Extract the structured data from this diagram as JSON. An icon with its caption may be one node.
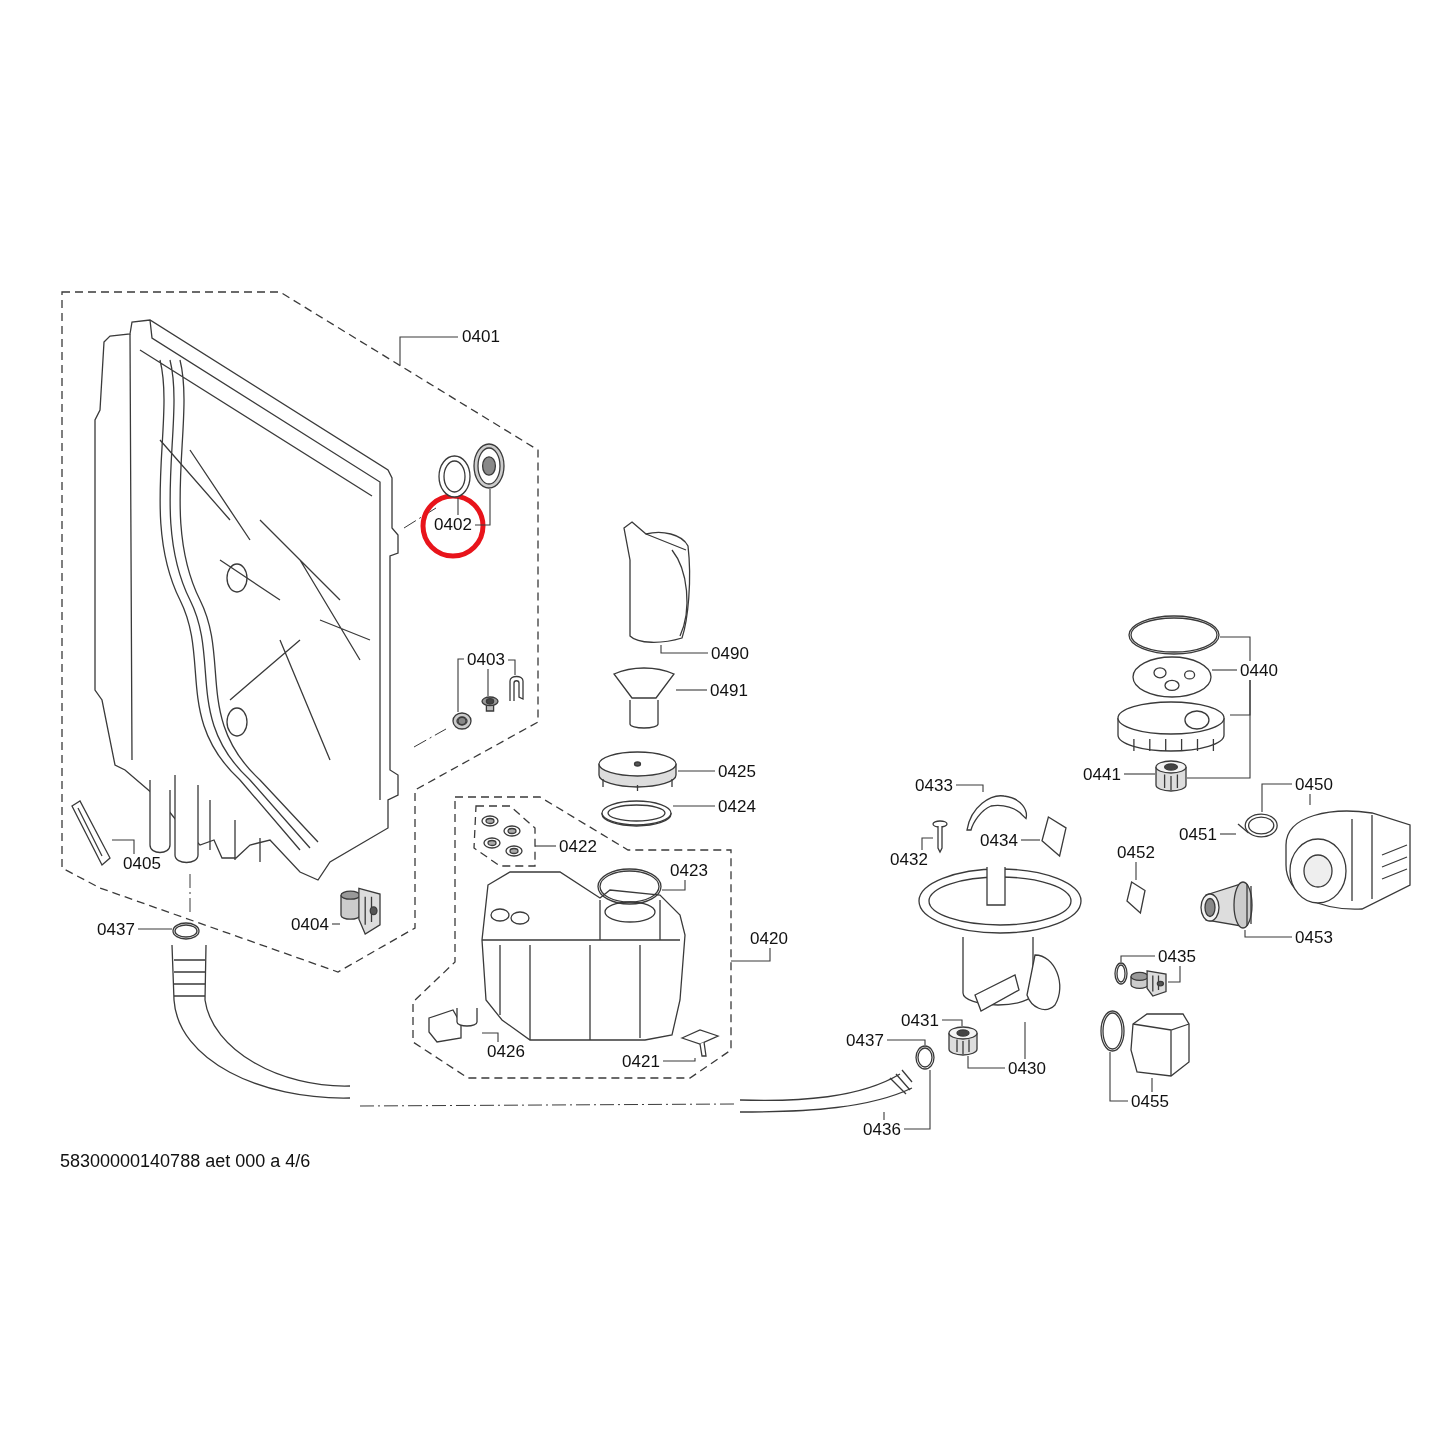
{
  "diagram": {
    "nodes": [
      {
        "text": [],
        "shape": "box"
      },
      {
        "text": [
          "0401"
        ]
      },
      {
        "text": [
          "0402"
        ],
        "in": 0
      },
      {
        "text": [],
        "shape": "picture",
        "in": 0
      },
      {
        "text": [],
        "shape": "picture",
        "in": 0
      },
      {
        "text": [
          "0403"
        ],
        "in": 0
      },
      {
        "text": [],
        "shape": "picture",
        "in": 0
      },
      {
        "text": [],
        "shape": "picture",
        "in": 0
      },
      {
        "text": [],
        "shape": "picture",
        "in": 0
      },
      {
        "text": [],
        "shape": "picture",
        "in": 0
      },
      {
        "text": [
          "0405"
        ],
        "in": 0
      },
      {
        "text": [],
        "shape": "picture",
        "in": 0
      },
      {
        "text": [
          "0404"
        ],
        "in": 0
      },
      {
        "text": [
          "0437"
        ]
      },
      {
        "text": [],
        "shape": "picture"
      },
      {
        "text": [],
        "shape": "picture"
      },
      {
        "text": [
          "0490"
        ]
      },
      {
        "text": [],
        "shape": "picture"
      },
      {
        "text": [
          "0491"
        ]
      },
      {
        "text": [],
        "shape": "picture"
      },
      {
        "text": [
          "0425"
        ]
      },
      {
        "text": [],
        "shape": "picture"
      },
      {
        "text": [
          "0424"
        ]
      },
      {
        "text": [],
        "shape": "box"
      },
      {
        "text": [],
        "shape": "box",
        "in": 23
      },
      {
        "text": [],
        "shape": "picture",
        "in": 24
      },
      {
        "text": [
          "0422"
        ],
        "in": 23
      },
      {
        "text": [],
        "shape": "picture",
        "in": 23
      },
      {
        "text": [
          "0423"
        ],
        "in": 23
      },
      {
        "text": [
          "0420"
        ]
      },
      {
        "text": [],
        "shape": "picture",
        "in": 23
      },
      {
        "text": [
          "0426"
        ],
        "in": 23
      },
      {
        "text": [],
        "shape": "picture",
        "in": 23
      },
      {
        "text": [
          "0421"
        ],
        "in": 23
      },
      {
        "text": [],
        "shape": "picture"
      },
      {
        "text": [],
        "shape": "picture"
      },
      {
        "text": [],
        "shape": "picture"
      },
      {
        "text": [
          "0440"
        ]
      },
      {
        "text": [],
        "shape": "picture"
      },
      {
        "text": [
          "0441"
        ]
      },
      {
        "text": [
          "0433"
        ]
      },
      {
        "text": [],
        "shape": "picture"
      },
      {
        "text": [
          "0434"
        ]
      },
      {
        "text": [],
        "shape": "picture"
      },
      {
        "text": [],
        "shape": "picture"
      },
      {
        "text": [
          "0432"
        ]
      },
      {
        "text": [
          "0452"
        ]
      },
      {
        "text": [],
        "shape": "picture"
      },
      {
        "text": [
          "0451"
        ]
      },
      {
        "text": [],
        "shape": "picture"
      },
      {
        "text": [
          "0450"
        ]
      },
      {
        "text": [],
        "shape": "picture"
      },
      {
        "text": [],
        "shape": "picture"
      },
      {
        "text": [],
        "shape": "picture"
      },
      {
        "text": [
          "0453"
        ]
      },
      {
        "text": [
          "0435"
        ]
      },
      {
        "text": [],
        "shape": "picture"
      },
      {
        "text": [],
        "shape": "picture"
      },
      {
        "text": [
          "0431"
        ]
      },
      {
        "text": [],
        "shape": "picture"
      },
      {
        "text": [
          "0437"
        ]
      },
      {
        "text": [],
        "shape": "picture"
      },
      {
        "text": [
          "0430"
        ]
      },
      {
        "text": [],
        "shape": "picture"
      },
      {
        "text": [],
        "shape": "picture"
      },
      {
        "text": [],
        "shape": "picture"
      },
      {
        "text": [
          "0436"
        ]
      },
      {
        "text": [
          "0455"
        ]
      }
    ],
    "edges": [
      {
        "from": 1,
        "to": 0,
        "arrow": "none"
      },
      {
        "from": 2,
        "to": 3,
        "arrow": "none"
      },
      {
        "from": 2,
        "to": 4,
        "arrow": "none"
      },
      {
        "from": 5,
        "to": 6,
        "arrow": "none"
      },
      {
        "from": 5,
        "to": 7,
        "arrow": "none"
      },
      {
        "from": 5,
        "to": 8,
        "arrow": "none"
      },
      {
        "from": 10,
        "to": 9,
        "arrow": "none"
      },
      {
        "from": 12,
        "to": 11,
        "arrow": "none"
      },
      {
        "from": 13,
        "to": 14,
        "arrow": "none"
      },
      {
        "from": 16,
        "to": 15,
        "arrow": "none"
      },
      {
        "from": 18,
        "to": 17,
        "arrow": "none"
      },
      {
        "from": 20,
        "to": 19,
        "arrow": "none"
      },
      {
        "from": 22,
        "to": 21,
        "arrow": "none"
      },
      {
        "from": 26,
        "to": 24,
        "arrow": "none"
      },
      {
        "from": 28,
        "to": 27,
        "arrow": "none"
      },
      {
        "from": 29,
        "to": 23,
        "arrow": "none"
      },
      {
        "from": 31,
        "to": 30,
        "arrow": "none"
      },
      {
        "from": 33,
        "to": 32,
        "arrow": "none"
      },
      {
        "from": 37,
        "to": 34,
        "arrow": "none"
      },
      {
        "from": 37,
        "to": 35,
        "arrow": "none"
      },
      {
        "from": 37,
        "to": 36,
        "arrow": "none"
      },
      {
        "from": 37,
        "to": 38,
        "arrow": "none"
      },
      {
        "from": 39,
        "to": 38,
        "arrow": "none"
      },
      {
        "from": 40,
        "to": 41,
        "arrow": "none"
      },
      {
        "from": 42,
        "to": 43,
        "arrow": "none"
      },
      {
        "from": 45,
        "to": 44,
        "arrow": "none"
      },
      {
        "from": 46,
        "to": 47,
        "arrow": "none"
      },
      {
        "from": 48,
        "to": 49,
        "arrow": "none"
      },
      {
        "from": 50,
        "to": 49,
        "arrow": "none"
      },
      {
        "from": 50,
        "to": 51,
        "arrow": "none"
      },
      {
        "from": 54,
        "to": 53,
        "arrow": "none"
      },
      {
        "from": 55,
        "to": 56,
        "arrow": "none"
      },
      {
        "from": 55,
        "to": 57,
        "arrow": "none"
      },
      {
        "from": 58,
        "to": 59,
        "arrow": "none"
      },
      {
        "from": 60,
        "to": 61,
        "arrow": "none"
      },
      {
        "from": 62,
        "to": 59,
        "arrow": "none"
      },
      {
        "from": 62,
        "to": 52,
        "arrow": "none"
      },
      {
        "from": 66,
        "to": 65,
        "arrow": "none"
      },
      {
        "from": 66,
        "to": 61,
        "arrow": "none"
      },
      {
        "from": 67,
        "to": 63,
        "arrow": "none"
      },
      {
        "from": 67,
        "to": 64,
        "arrow": "none"
      }
    ],
    "labels": [
      "58300000140788 aet 000 a 4/6"
    ]
  }
}
